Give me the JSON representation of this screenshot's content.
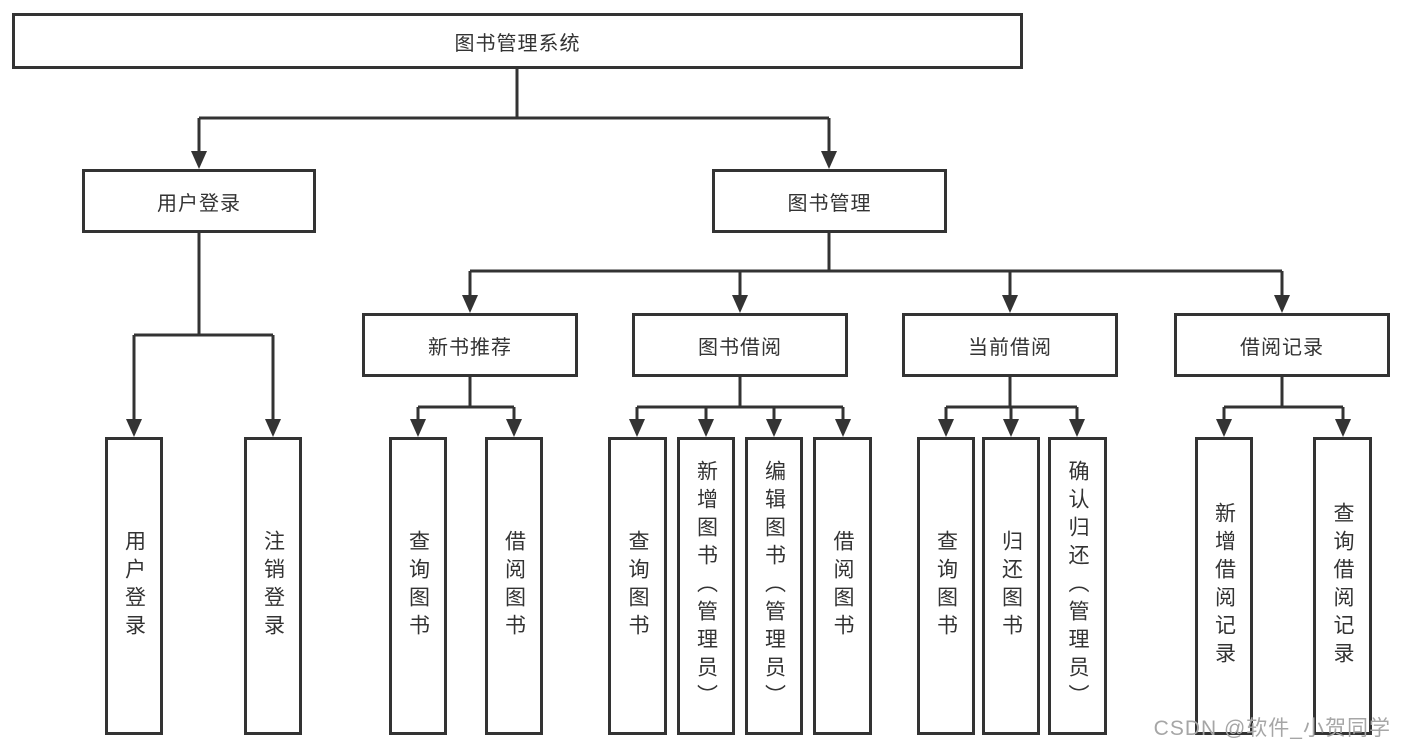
{
  "diagram": {
    "title_node": "图书管理系统",
    "root": {
      "label": "图书管理系统"
    },
    "branches": [
      {
        "label": "用户登录",
        "children": [
          "用户登录",
          "注销登录"
        ]
      },
      {
        "label": "图书管理",
        "sections": [
          {
            "label": "新书推荐",
            "children": [
              "查询图书",
              "借阅图书"
            ]
          },
          {
            "label": "图书借阅",
            "children": [
              "查询图书",
              "新增图书（管理员）",
              "编辑图书（管理员）",
              "借阅图书"
            ]
          },
          {
            "label": "当前借阅",
            "children": [
              "查询图书",
              "归还图书",
              "确认归还（管理员）"
            ]
          },
          {
            "label": "借阅记录",
            "children": [
              "新增借阅记录",
              "查询借阅记录"
            ]
          }
        ]
      }
    ]
  },
  "watermark": {
    "text": "CSDN @软件_小贺同学",
    "color": "#a6a6a6"
  },
  "colors": {
    "line": "#333333",
    "box_border": "#333333",
    "text": "#333333",
    "background": "#ffffff"
  }
}
